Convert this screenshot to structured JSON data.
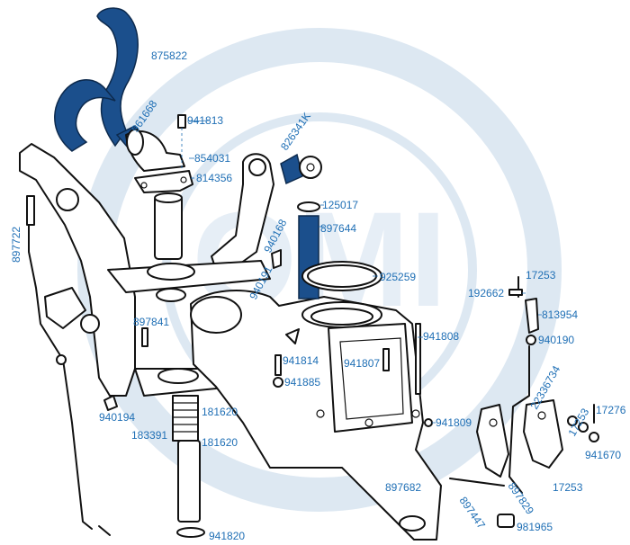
{
  "diagram": {
    "watermark_text": "OMI",
    "watermark_color": "#dde8f2",
    "highlight_color": "#1b4f8c",
    "label_color": "#1f6fb5",
    "labels": [
      {
        "id": "p875822",
        "text": "875822"
      },
      {
        "id": "p961668",
        "text": "961668"
      },
      {
        "id": "p941813",
        "text": "941813"
      },
      {
        "id": "p854031",
        "text": "854031"
      },
      {
        "id": "p814356",
        "text": "814356"
      },
      {
        "id": "p826341k",
        "text": "826341K"
      },
      {
        "id": "p125017",
        "text": "125017"
      },
      {
        "id": "p897644",
        "text": "897644"
      },
      {
        "id": "p940168",
        "text": "940168"
      },
      {
        "id": "p940191",
        "text": "940191"
      },
      {
        "id": "p925259",
        "text": "925259"
      },
      {
        "id": "p897722",
        "text": "897722"
      },
      {
        "id": "p897841",
        "text": "897841"
      },
      {
        "id": "p941814",
        "text": "941814"
      },
      {
        "id": "p941885",
        "text": "941885"
      },
      {
        "id": "p941807",
        "text": "941807"
      },
      {
        "id": "p941808",
        "text": "941808"
      },
      {
        "id": "p17253a",
        "text": "17253"
      },
      {
        "id": "p192662",
        "text": "192662"
      },
      {
        "id": "p813954",
        "text": "813954"
      },
      {
        "id": "p940190",
        "text": "940190"
      },
      {
        "id": "p22336734",
        "text": "22336734"
      },
      {
        "id": "p17276",
        "text": "17276"
      },
      {
        "id": "p17253b",
        "text": "17253"
      },
      {
        "id": "p941670",
        "text": "941670"
      },
      {
        "id": "p941809",
        "text": "941809"
      },
      {
        "id": "p940194",
        "text": "940194"
      },
      {
        "id": "p181620a",
        "text": "181620"
      },
      {
        "id": "p183391",
        "text": "183391"
      },
      {
        "id": "p181620b",
        "text": "181620"
      },
      {
        "id": "p941820",
        "text": "941820"
      },
      {
        "id": "p897682",
        "text": "897682"
      },
      {
        "id": "p897447",
        "text": "897447"
      },
      {
        "id": "p897829",
        "text": "897829"
      },
      {
        "id": "p17253c",
        "text": "17253"
      },
      {
        "id": "p981965",
        "text": "981965"
      }
    ]
  }
}
